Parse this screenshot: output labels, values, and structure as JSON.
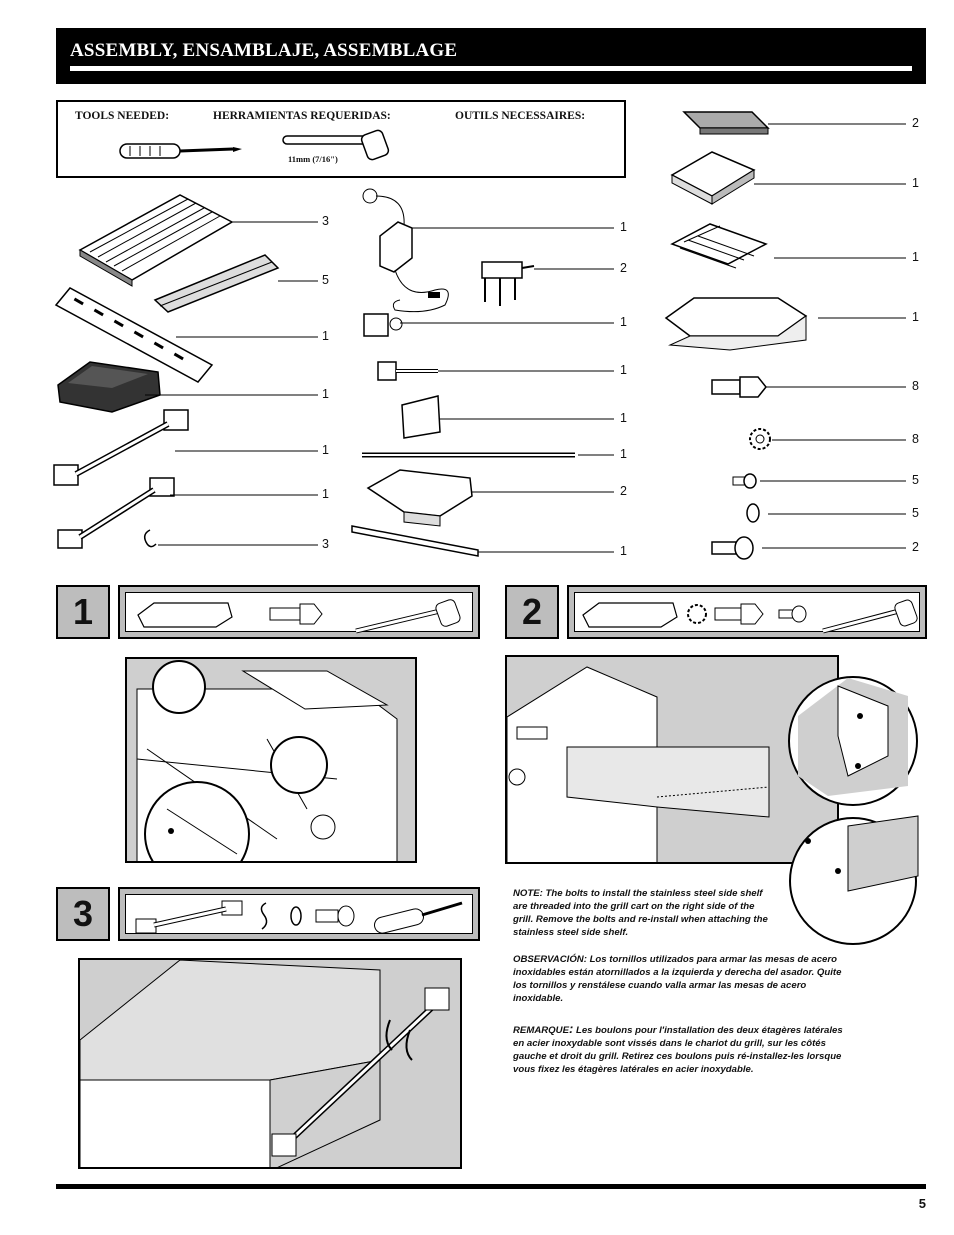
{
  "header": {
    "title": "ASSEMBLY, ENSAMBLAJE, ASSEMBLAGE"
  },
  "tools": {
    "label_en": "TOOLS NEEDED:",
    "label_es": "HERRAMIENTAS REQUERIDAS:",
    "label_fr": "OUTILS NECESSAIRES:",
    "wrench_size": "11mm (7/16\")"
  },
  "parts_left": [
    {
      "qty": "3",
      "item": "cooking-grate"
    },
    {
      "qty": "5",
      "item": "heat-tent"
    },
    {
      "qty": "1",
      "item": "warming-rack"
    },
    {
      "qty": "1",
      "item": "grill-cover"
    },
    {
      "qty": "1",
      "item": "side-handle"
    },
    {
      "qty": "1",
      "item": "side-handle"
    },
    {
      "qty": "3",
      "item": "utensil-hook"
    }
  ],
  "parts_middle": [
    {
      "qty": "1",
      "item": "rotisserie-motor"
    },
    {
      "qty": "2",
      "item": "rotisserie-fork"
    },
    {
      "qty": "1",
      "item": "motor-bracket"
    },
    {
      "qty": "1",
      "item": "spit-bushing"
    },
    {
      "qty": "1",
      "item": "bracket-plate"
    },
    {
      "qty": "1",
      "item": "spit-rod"
    },
    {
      "qty": "2",
      "item": "grease-tray"
    },
    {
      "qty": "1",
      "item": "counterweight-bar"
    }
  ],
  "parts_right": [
    {
      "qty": "2",
      "item": "lava-stone"
    },
    {
      "qty": "1",
      "item": "drip-pan"
    },
    {
      "qty": "1",
      "item": "tray-rack"
    },
    {
      "qty": "1",
      "item": "side-shelf"
    },
    {
      "qty": "8",
      "item": "hex-bolt"
    },
    {
      "qty": "8",
      "item": "lock-washer"
    },
    {
      "qty": "5",
      "item": "small-screw"
    },
    {
      "qty": "5",
      "item": "washer"
    },
    {
      "qty": "2",
      "item": "pan-head-screw"
    }
  ],
  "steps": {
    "s1": "1",
    "s2": "2",
    "s3": "3"
  },
  "notes": {
    "en": "NOTE: The bolts to install the stainless steel side shelf are threaded into the grill cart on the right side of the grill. Remove the bolts and re-install when attaching the stainless steel side shelf.",
    "es": "OBSERVACIÓN: Los tornillos utilizados para armar las mesas de acero inoxidables están atornillados a la izquierda y derecha del asador. Quite los tornillos y renstálese cuando valla armar las mesas de acero inoxidable.",
    "fr_label": "REMARQUE",
    "fr_sep": ":",
    "fr": " Les boulons pour l'installation des deux étagères latérales en acier inoxydable sont vissés dans le chariot du grill, sur les côtés gauche et droit du grill. Retirez ces boulons puis ré-installez-les lorsque vous fixez les étagères latérales en acier inoxydable."
  },
  "page_number": "5"
}
